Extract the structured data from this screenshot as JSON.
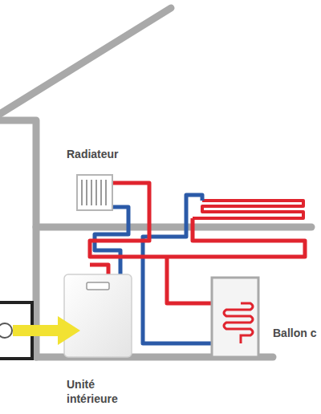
{
  "diagram": {
    "labels": [
      "Radiateur",
      "Unité intérieure",
      "Ballon c"
    ]
  }
}
